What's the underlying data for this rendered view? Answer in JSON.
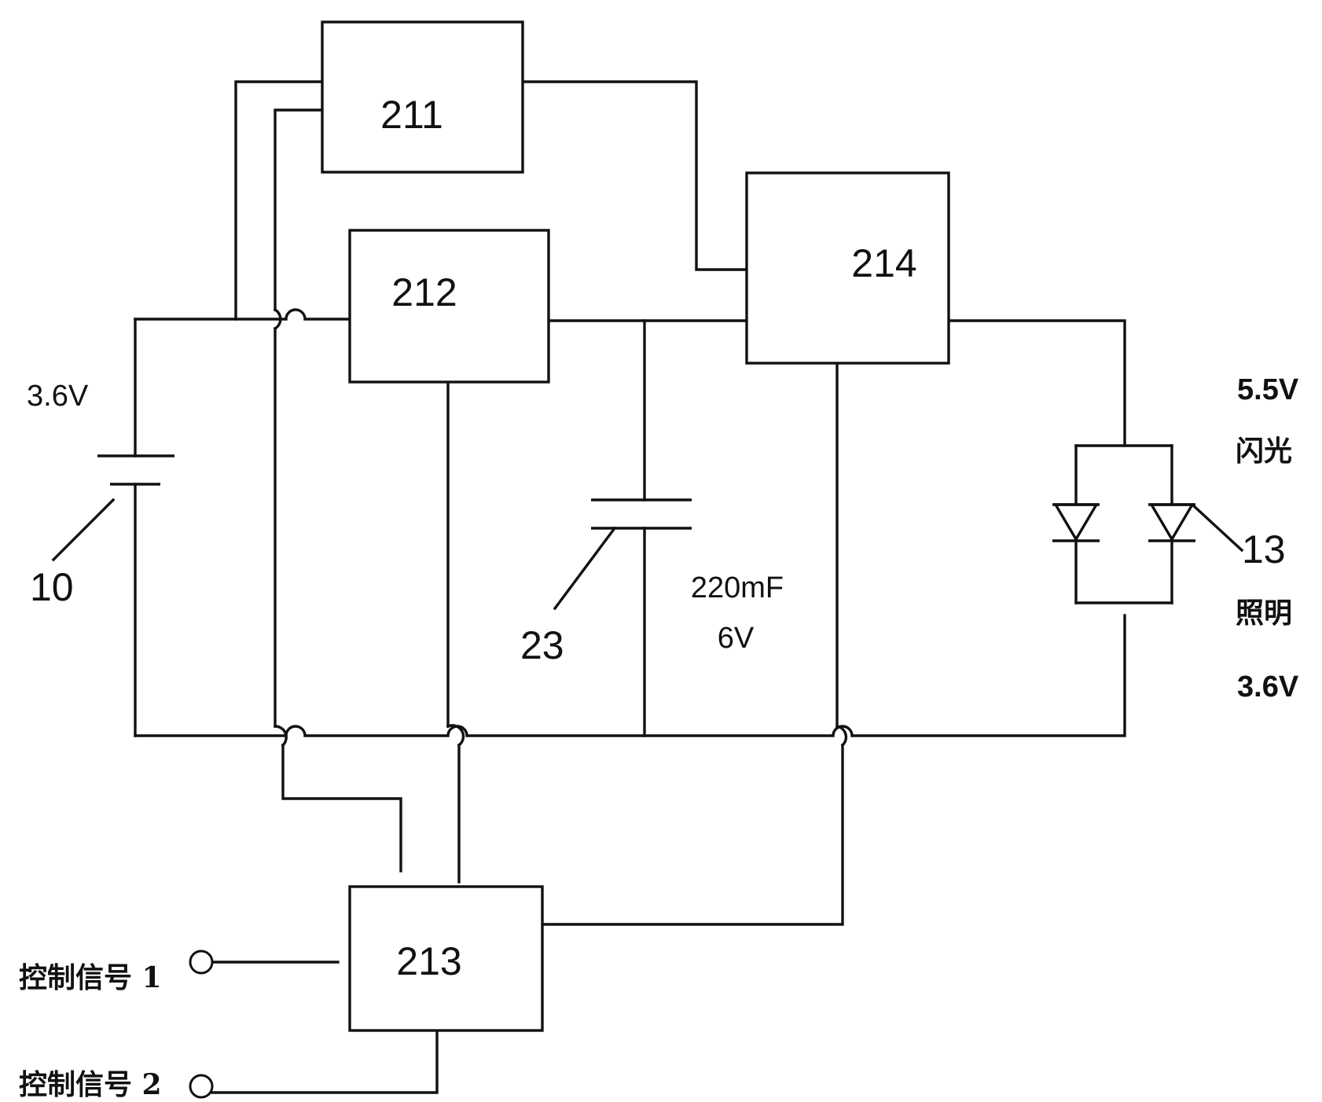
{
  "blocks": {
    "b211": "211",
    "b212": "212",
    "b213": "213",
    "b214": "214"
  },
  "battery": {
    "voltage": "3.6V",
    "ref": "10"
  },
  "capacitor": {
    "ref": "23",
    "value": "220mF",
    "rating": "6V"
  },
  "leds": {
    "ref": "13",
    "flash_voltage": "5.5V",
    "flash_label": "闪光",
    "light_label": "照明",
    "light_voltage": "3.6V"
  },
  "controls": {
    "signal_1": "控制信号 1",
    "signal_2": "控制信号 2"
  }
}
